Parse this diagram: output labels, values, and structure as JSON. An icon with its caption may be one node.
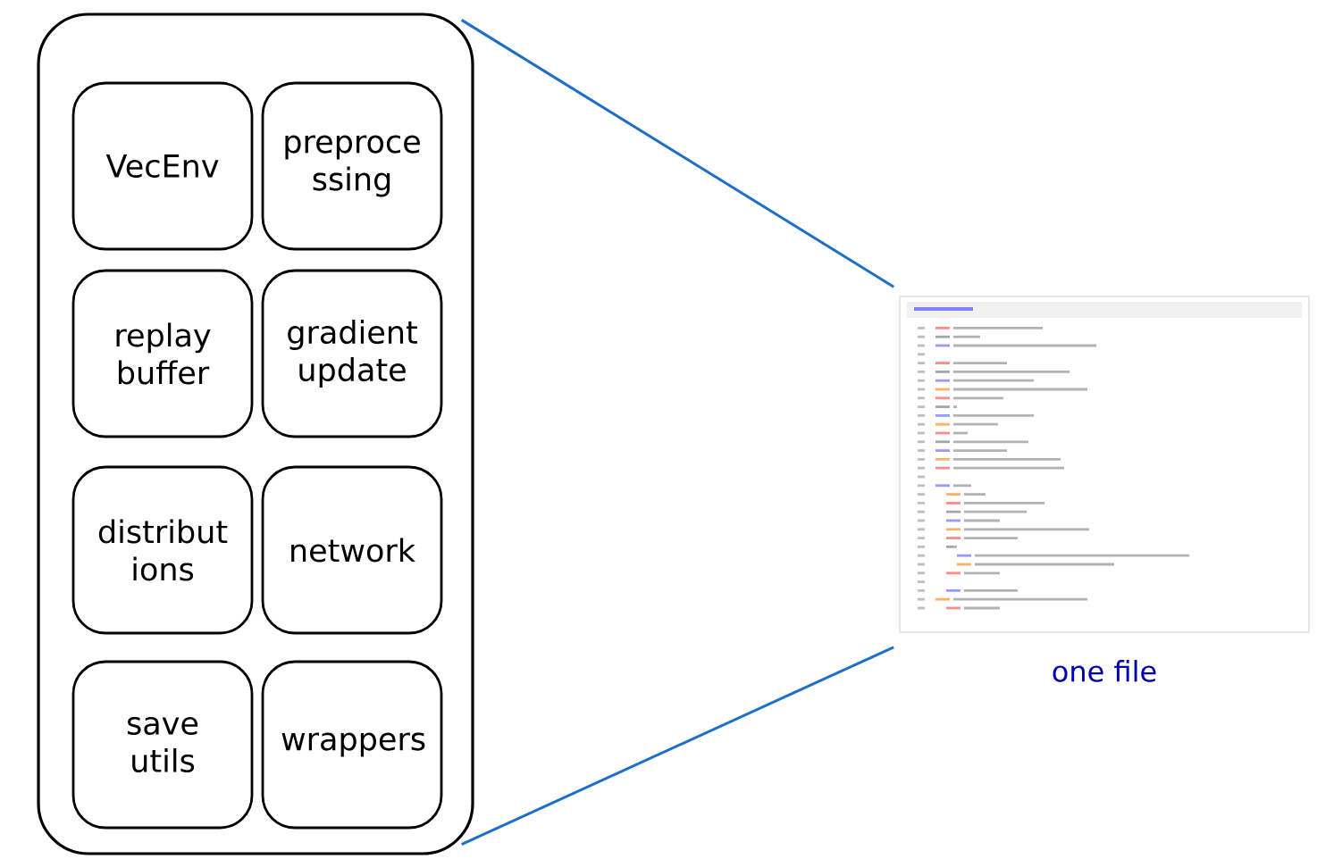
{
  "diagram": {
    "nodes": [
      {
        "text": [],
        "shape": "box"
      },
      {
        "text": [
          "VecEnv"
        ],
        "in": 0
      },
      {
        "text": [
          "preproce ssing"
        ],
        "in": 0
      },
      {
        "text": [
          "replay buffer"
        ],
        "in": 0
      },
      {
        "text": [
          "gradient update"
        ],
        "in": 0
      },
      {
        "text": [
          "distribut ions"
        ],
        "in": 0
      },
      {
        "text": [
          "network"
        ],
        "in": 0
      },
      {
        "text": [
          "save utils"
        ],
        "in": 0
      },
      {
        "text": [
          "wrappers"
        ],
        "in": 0
      },
      {
        "text": [],
        "shape": "picture",
        "beside": [
          "one file"
        ]
      }
    ],
    "edges": [
      {
        "from": 0,
        "to": 9,
        "arrow": "none",
        "color": "#1e6fc8"
      },
      {
        "from": 0,
        "to": 9,
        "arrow": "none",
        "color": "#1e6fc8"
      }
    ]
  }
}
